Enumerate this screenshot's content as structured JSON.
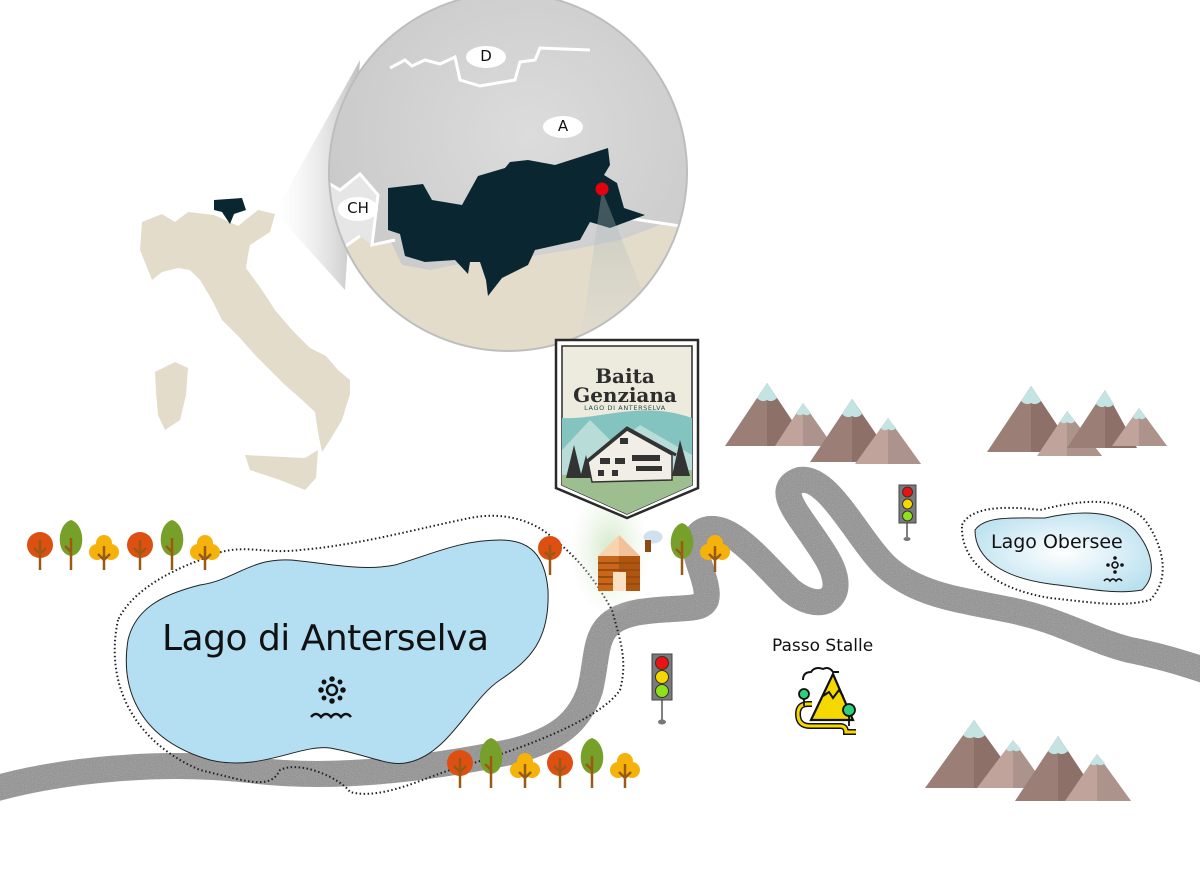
{
  "map": {
    "title": "Baita Genziana location map",
    "inset": {
      "countries": [
        {
          "code": "D",
          "label": "D"
        },
        {
          "code": "A",
          "label": "A"
        },
        {
          "code": "CH",
          "label": "CH"
        }
      ],
      "highlight_region_color": "#0a2630",
      "location_pin_color": "#e3000f",
      "italy_fill": "#e3dccb"
    },
    "badge": {
      "name_line1": "Baita",
      "name_line2": "Genziana",
      "subtitle": "LAGO DI ANTERSELVA"
    },
    "places": {
      "lake_main": "Lago di Anterselva",
      "lake_upper": "Lago Obersee",
      "pass": "Passo Stalle"
    },
    "icons": {
      "lake_icon": "sun-over-water-icon",
      "pass_icon": "mountain-pass-icon",
      "lodge_icon": "log-cabin-icon",
      "traffic_light": "traffic-light-icon"
    },
    "colors": {
      "lake": "#b4dff3",
      "road": "#8a8a8a",
      "mountain_dark": "#9b7f76",
      "mountain_light": "#c0a39b",
      "snow": "#c4e3e3",
      "tree_red": "#dd5012",
      "tree_green": "#77a02a",
      "tree_yellow": "#f5b20b"
    }
  }
}
